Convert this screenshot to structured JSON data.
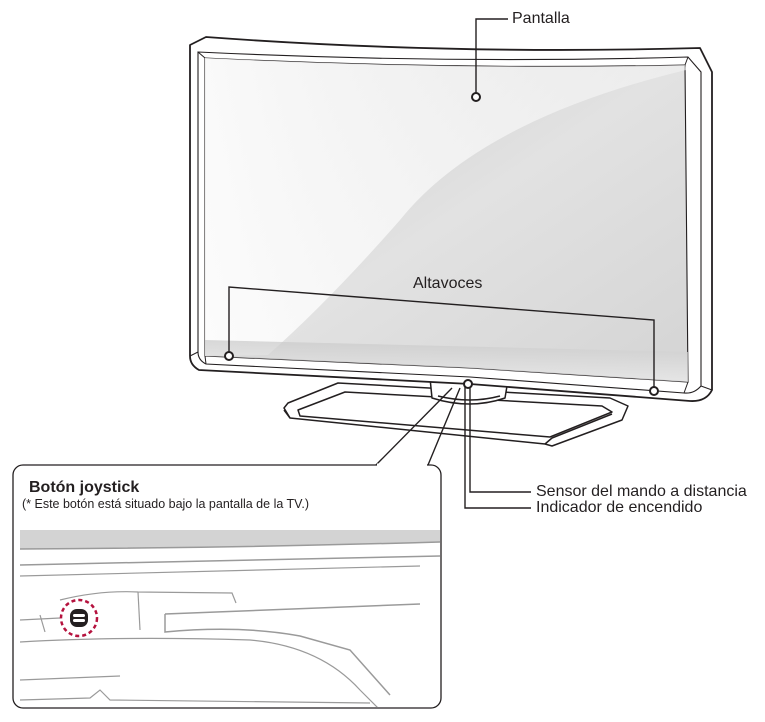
{
  "labels": {
    "screen": "Pantalla",
    "speakers": "Altavoces",
    "remote_sensor": "Sensor del mando a distancia",
    "power_indicator": "Indicador de encendido"
  },
  "inset": {
    "title": "Botón joystick",
    "note": "(* Este botón está situado bajo la pantalla de la TV.)"
  },
  "colors": {
    "line": "#231f20",
    "callout_highlight": "#b5123e"
  }
}
